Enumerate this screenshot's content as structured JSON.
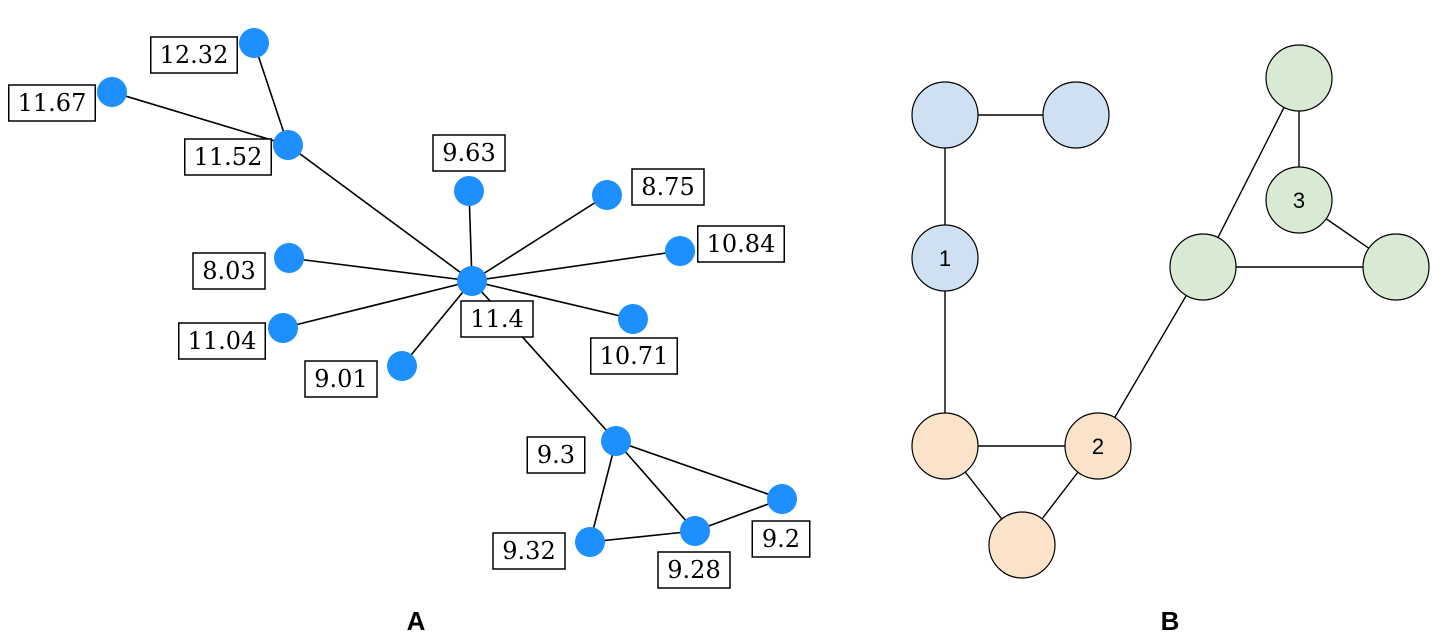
{
  "panel_a": {
    "letter": "A",
    "node_color": "#1e8fff",
    "edge_color": "#000000",
    "labels": {
      "n_hub2": "11.52",
      "n_top": "12.32",
      "n_left": "11.67",
      "n_center": "11.4",
      "n_963": "9.63",
      "n_875": "8.75",
      "n_1084": "10.84",
      "n_803": "8.03",
      "n_1104": "11.04",
      "n_901": "9.01",
      "n_1071": "10.71",
      "n_93": "9.3",
      "n_932": "9.32",
      "n_928": "9.28",
      "n_92": "9.2"
    },
    "edges": [
      [
        "n_top",
        "n_hub2"
      ],
      [
        "n_left",
        "n_hub2"
      ],
      [
        "n_hub2",
        "n_center"
      ],
      [
        "n_963",
        "n_center"
      ],
      [
        "n_875",
        "n_center"
      ],
      [
        "n_1084",
        "n_center"
      ],
      [
        "n_803",
        "n_center"
      ],
      [
        "n_1104",
        "n_center"
      ],
      [
        "n_901",
        "n_center"
      ],
      [
        "n_1071",
        "n_center"
      ],
      [
        "n_center",
        "n_93"
      ],
      [
        "n_93",
        "n_932"
      ],
      [
        "n_93",
        "n_928"
      ],
      [
        "n_93",
        "n_92"
      ],
      [
        "n_932",
        "n_928"
      ],
      [
        "n_928",
        "n_92"
      ]
    ]
  },
  "panel_b": {
    "letter": "B",
    "cluster_colors": {
      "blue": "#cfe0f3",
      "orange": "#fbe3c9",
      "green": "#d9ead4"
    },
    "nodes": {
      "b1": {
        "label": "",
        "cluster": "blue"
      },
      "b2": {
        "label": "",
        "cluster": "blue"
      },
      "b3": {
        "label": "1",
        "cluster": "blue"
      },
      "o1": {
        "label": "",
        "cluster": "orange"
      },
      "o2": {
        "label": "2",
        "cluster": "orange"
      },
      "o3": {
        "label": "",
        "cluster": "orange"
      },
      "g1": {
        "label": "",
        "cluster": "green"
      },
      "g2": {
        "label": "3",
        "cluster": "green"
      },
      "g3": {
        "label": "",
        "cluster": "green"
      },
      "g4": {
        "label": "",
        "cluster": "green"
      }
    },
    "edges": [
      [
        "b1",
        "b2"
      ],
      [
        "b1",
        "b3"
      ],
      [
        "b3",
        "o1"
      ],
      [
        "o1",
        "o2"
      ],
      [
        "o1",
        "o3"
      ],
      [
        "o2",
        "o3"
      ],
      [
        "o2",
        "g3"
      ],
      [
        "g3",
        "g1"
      ],
      [
        "g1",
        "g2"
      ],
      [
        "g2",
        "g4"
      ],
      [
        "g3",
        "g4"
      ]
    ]
  }
}
